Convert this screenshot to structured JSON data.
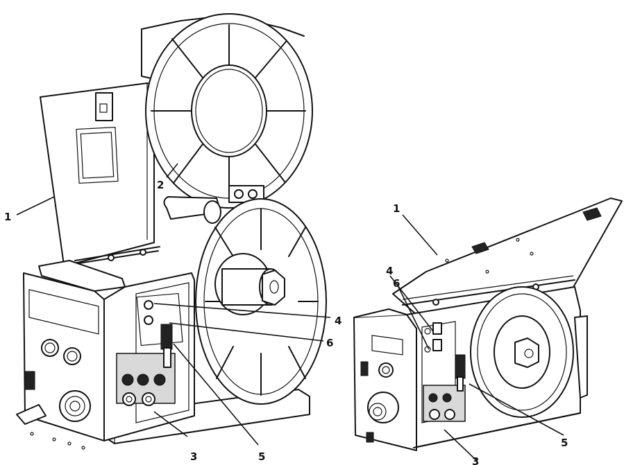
{
  "callouts": {
    "left": {
      "c1": "1",
      "c2": "2",
      "c3": "3",
      "c4": "4",
      "c5": "5",
      "c6": "6"
    },
    "right": {
      "c1": "1",
      "c3": "3",
      "c4": "4",
      "c5": "5",
      "c6": "6"
    }
  }
}
